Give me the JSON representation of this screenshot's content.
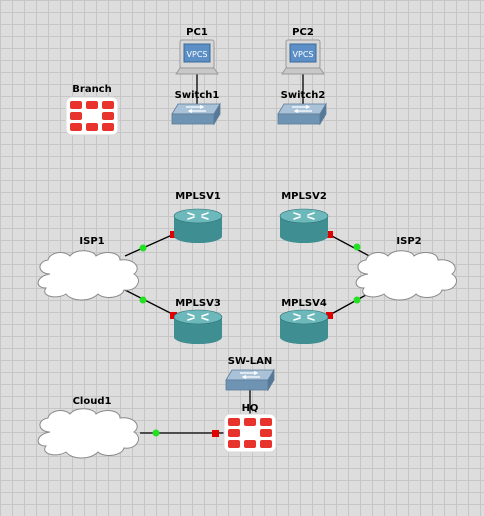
{
  "canvas": {
    "background": "#dddddd",
    "grid_color": "#c6c6c6"
  },
  "colors": {
    "router_body": "#3f8f92",
    "switch_body": "#7a9cb8",
    "firewall_red": "#e8322c",
    "cloud_fill": "#ffffff",
    "link_up": "#22e022",
    "link_down": "#e00000"
  },
  "nodes": {
    "pc1": {
      "label": "PC1",
      "screen_text": "VPCS",
      "icon": "pc-icon"
    },
    "pc2": {
      "label": "PC2",
      "screen_text": "VPCS",
      "icon": "pc-icon"
    },
    "switch1": {
      "label": "Switch1",
      "icon": "switch-icon"
    },
    "switch2": {
      "label": "Switch2",
      "icon": "switch-icon"
    },
    "branch": {
      "label": "Branch",
      "icon": "firewall-icon"
    },
    "mplsv1": {
      "label": "MPLSV1",
      "icon": "router-icon"
    },
    "mplsv2": {
      "label": "MPLSV2",
      "icon": "router-icon"
    },
    "mplsv3": {
      "label": "MPLSV3",
      "icon": "router-icon"
    },
    "mplsv4": {
      "label": "MPLSV4",
      "icon": "router-icon"
    },
    "isp1": {
      "label": "ISP1",
      "icon": "cloud-icon"
    },
    "isp2": {
      "label": "ISP2",
      "icon": "cloud-icon"
    },
    "swlan": {
      "label": "SW-LAN",
      "icon": "switch-icon"
    },
    "hq": {
      "label": "HQ",
      "icon": "firewall-icon"
    },
    "cloud1": {
      "label": "Cloud1",
      "icon": "cloud-icon"
    }
  },
  "links": [
    {
      "from": "PC1",
      "to": "Switch1",
      "status": "none"
    },
    {
      "from": "PC2",
      "to": "Switch2",
      "status": "none"
    },
    {
      "from": "ISP1",
      "to": "MPLSV1",
      "status": "up/down"
    },
    {
      "from": "ISP1",
      "to": "MPLSV3",
      "status": "up/down"
    },
    {
      "from": "MPLSV2",
      "to": "ISP2",
      "status": "down/up"
    },
    {
      "from": "MPLSV4",
      "to": "ISP2",
      "status": "down/up"
    },
    {
      "from": "SW-LAN",
      "to": "HQ",
      "status": "none"
    },
    {
      "from": "Cloud1",
      "to": "HQ",
      "status": "up/down"
    }
  ]
}
